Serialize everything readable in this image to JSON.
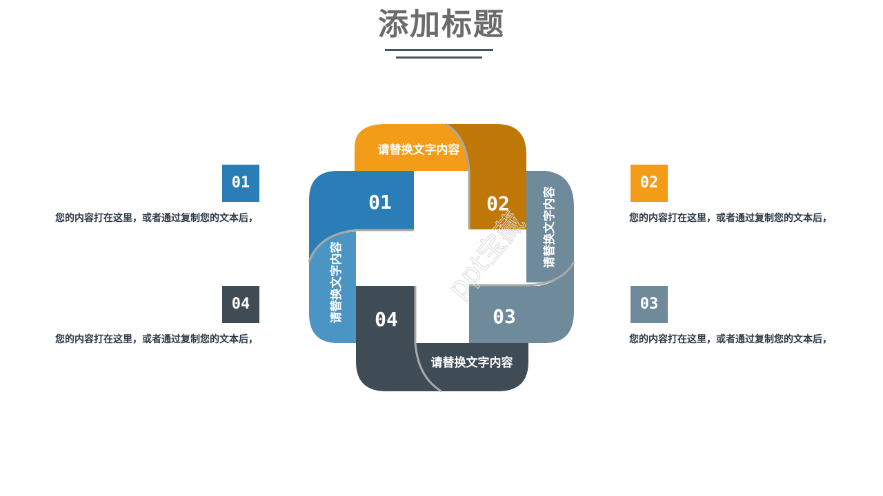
{
  "header": {
    "title": "添加标题"
  },
  "colors": {
    "title": "#6b6b6b",
    "divider": "#47535e",
    "blue": "#2a7db6",
    "blue_light": "#4b95c5",
    "orange": "#f39c17",
    "orange_dark": "#bf7708",
    "slate": "#6f8a9a",
    "dark": "#3f4b55",
    "desc_text": "#2e3a46"
  },
  "diagram": {
    "petals": [
      {
        "number": "01",
        "label": "请替换文字内容",
        "color": "#2a7db6"
      },
      {
        "number": "02",
        "label": "请替换文字内容",
        "color": "#bf7708"
      },
      {
        "number": "03",
        "label": "请替换文字内容",
        "color": "#6f8a9a"
      },
      {
        "number": "04",
        "label": "请替换文字内容",
        "color": "#3f4b55"
      }
    ],
    "watermark": "ppt宝藏"
  },
  "items": [
    {
      "number": "01",
      "color": "#2a7db6",
      "text": "您的内容打在这里，或者通过复制您的文本后，",
      "side": "left"
    },
    {
      "number": "02",
      "color": "#f39c17",
      "text": "您的内容打在这里，或者通过复制您的文本后，",
      "side": "right"
    },
    {
      "number": "03",
      "color": "#6f8a9a",
      "text": "您的内容打在这里，或者通过复制您的文本后，",
      "side": "right"
    },
    {
      "number": "04",
      "color": "#3f4b55",
      "text": "您的内容打在这里，或者通过复制您的文本后，",
      "side": "left"
    }
  ]
}
